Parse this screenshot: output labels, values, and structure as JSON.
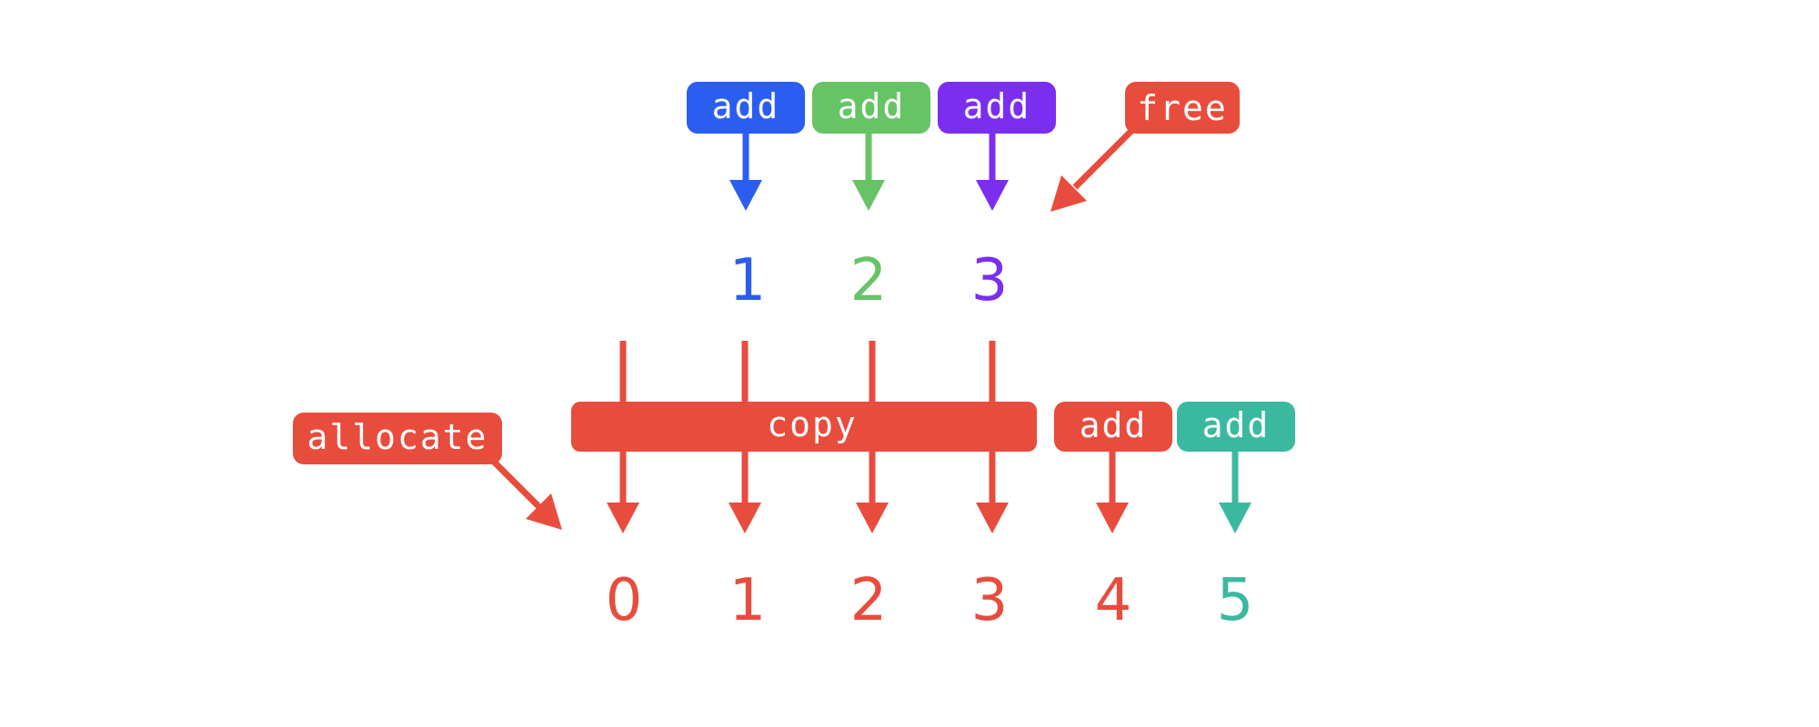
{
  "colors": {
    "blue": "#2b5ef0",
    "green": "#66c466",
    "purple": "#7a2ff0",
    "red": "#e84c3d",
    "teal": "#3bb9a0"
  },
  "top": {
    "labels": {
      "add_1": "add",
      "add_2": "add",
      "add_3": "add",
      "free": "free"
    },
    "numbers": [
      "1",
      "2",
      "3"
    ]
  },
  "bottom": {
    "labels": {
      "allocate": "allocate",
      "copy": "copy",
      "add_4": "add",
      "add_5": "add"
    },
    "numbers": [
      "0",
      "1",
      "2",
      "3",
      "4",
      "5"
    ]
  },
  "icons": {
    "arrow": "down-arrow-icon",
    "diagonal_arrow": "diagonal-arrow-icon"
  }
}
